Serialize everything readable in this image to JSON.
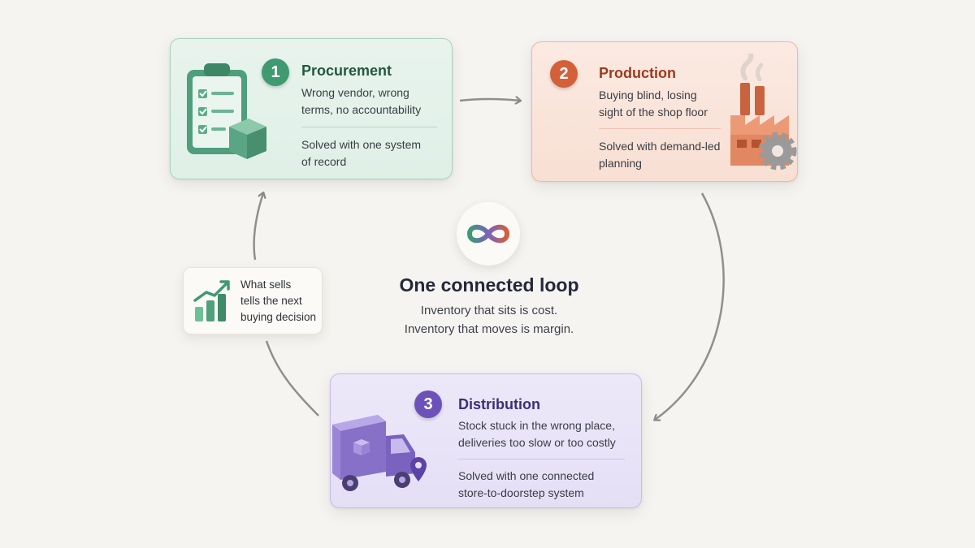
{
  "center": {
    "title": "One connected loop",
    "line1": "Inventory that sits is cost.",
    "line2": "Inventory that moves is margin."
  },
  "feedback": {
    "line1": "What sells",
    "line2": "tells the next",
    "line3": "buying decision"
  },
  "steps": [
    {
      "number": "1",
      "title": "Procurement",
      "problem1": "Wrong vendor, wrong",
      "problem2": "terms, no accountability",
      "solution1": "Solved with one system",
      "solution2": "of record",
      "accent": "#3f9a72",
      "icon": "clipboard-checklist-box-icon"
    },
    {
      "number": "2",
      "title": "Production",
      "problem1": "Buying blind, losing",
      "problem2": "sight of the shop floor",
      "solution1": "Solved with demand-led",
      "solution2": "planning",
      "accent": "#d4603a",
      "icon": "factory-gear-icon"
    },
    {
      "number": "3",
      "title": "Distribution",
      "problem1": "Stock stuck in the wrong place,",
      "problem2": "deliveries too slow or too costly",
      "solution1": "Solved with one connected",
      "solution2": "store-to-doorstep system",
      "accent": "#6c52b8",
      "icon": "delivery-truck-icon"
    }
  ]
}
